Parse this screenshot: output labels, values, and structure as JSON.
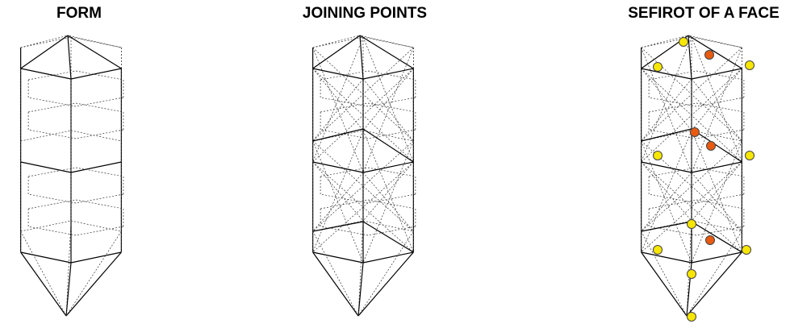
{
  "panels": [
    {
      "title": "FORM"
    },
    {
      "title": "JOINING POINTS"
    },
    {
      "title": "SEFIROT OF A FACE"
    }
  ],
  "colors": {
    "line": "#000000",
    "sefirah_yellow": "#f7e600",
    "sefirah_orange": "#e85a10"
  },
  "icon_names": [
    "hexagonal-prism-form",
    "joining-points-form",
    "sefirot-face-form"
  ]
}
